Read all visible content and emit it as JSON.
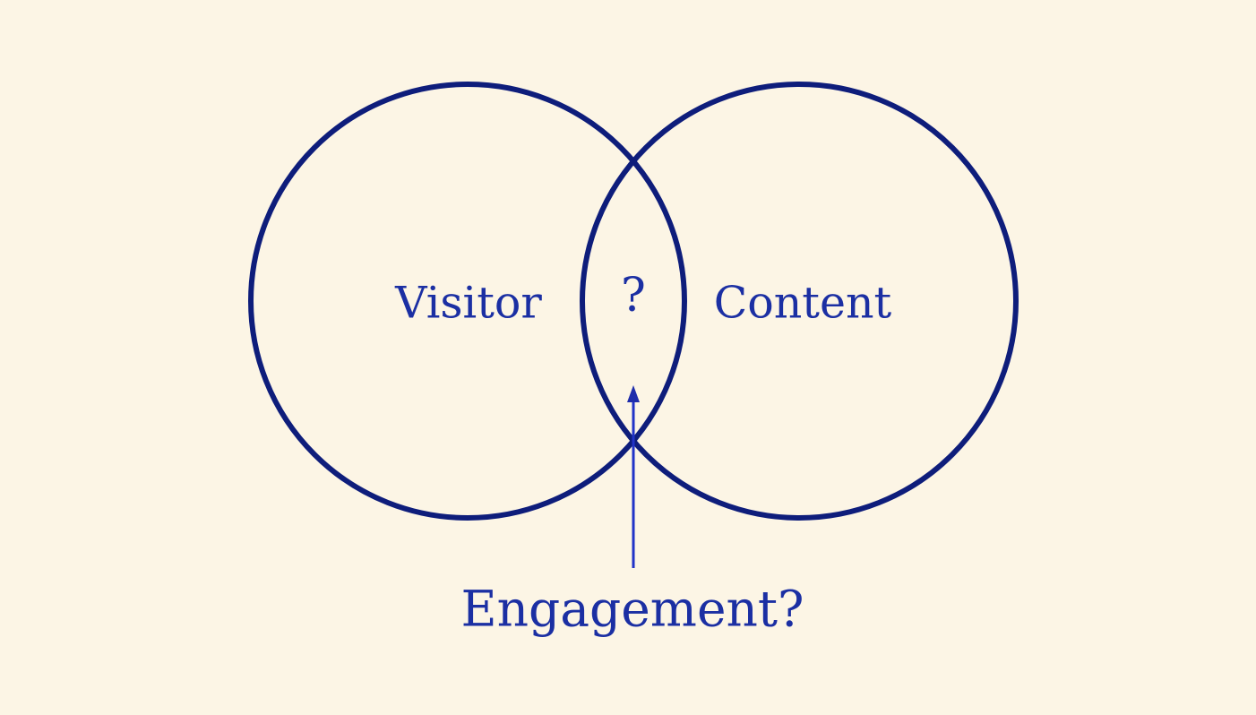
{
  "diagram": {
    "type": "venn",
    "left_circle_label": "Visitor",
    "right_circle_label": "Content",
    "overlap_label": "?",
    "annotation_label": "Engagement?",
    "annotation_points_to": "overlap region"
  },
  "colors": {
    "background": "#fcf5e5",
    "circle_stroke": "#0e1d7b",
    "text": "#1b2fa3",
    "arrow": "#2133c8",
    "arrowhead": "#1d2cab"
  }
}
